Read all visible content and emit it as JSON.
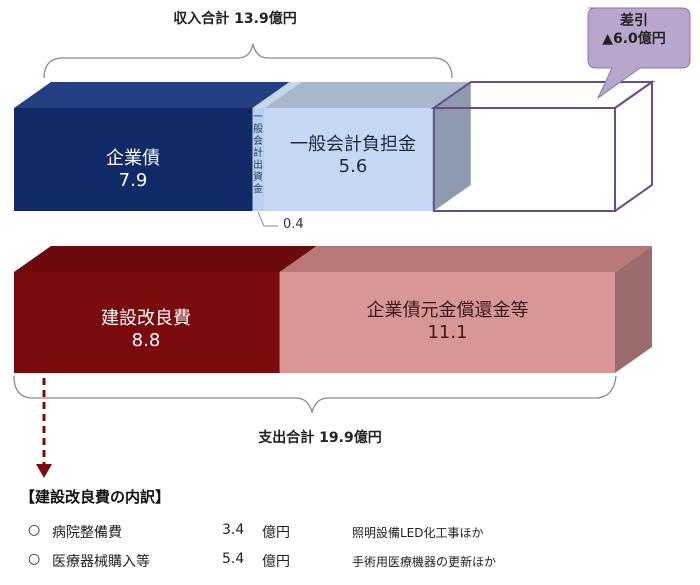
{
  "chart_data": {
    "type": "bar",
    "orientation": "horizontal-stacked",
    "revenue": {
      "total_label": "収入合計 13.9億円",
      "total": 13.9,
      "segments": [
        {
          "name": "企業債",
          "value": 7.9,
          "display": "7.9",
          "color": "#0f2a66",
          "top_color": "#243f82"
        },
        {
          "name": "一般会計出資金",
          "value": 0.4,
          "display": "0.4",
          "color": "#bcd0ee",
          "top_color": "#c9d6ea"
        },
        {
          "name": "一般会計負担金",
          "value": 5.6,
          "display": "5.6",
          "color": "#c5d7f2",
          "top_color": "#a9b7cc"
        }
      ]
    },
    "expenditure": {
      "total_label": "支出合計 19.9億円",
      "total": 19.9,
      "segments": [
        {
          "name": "建設改良費",
          "value": 8.8,
          "display": "8.8",
          "color": "#7b0a0c",
          "top_color": "#6a0a0c"
        },
        {
          "name": "企業債元金償還金等",
          "value": 11.1,
          "display": "11.1",
          "color": "#d89696",
          "top_color": "#b87878"
        }
      ]
    },
    "difference": {
      "label": "差引",
      "value_label": "▲6.0億円",
      "value": -6.0
    }
  },
  "breakdown": {
    "title": "【建設改良費の内訳】",
    "items": [
      {
        "bullet": "○",
        "name": "病院整備費",
        "value": "3.4",
        "unit": "億円",
        "note": "照明設備LED化工事ほか"
      },
      {
        "bullet": "○",
        "name": "医療器械購入等",
        "value": "5.4",
        "unit": "億円",
        "note": "手術用医療機器の更新ほか"
      }
    ]
  },
  "colors": {
    "callout": "#b9a6cf",
    "wireframe": "#6a4c8a",
    "arrow": "#7b0a0c",
    "brace": "#8a8a8a"
  }
}
